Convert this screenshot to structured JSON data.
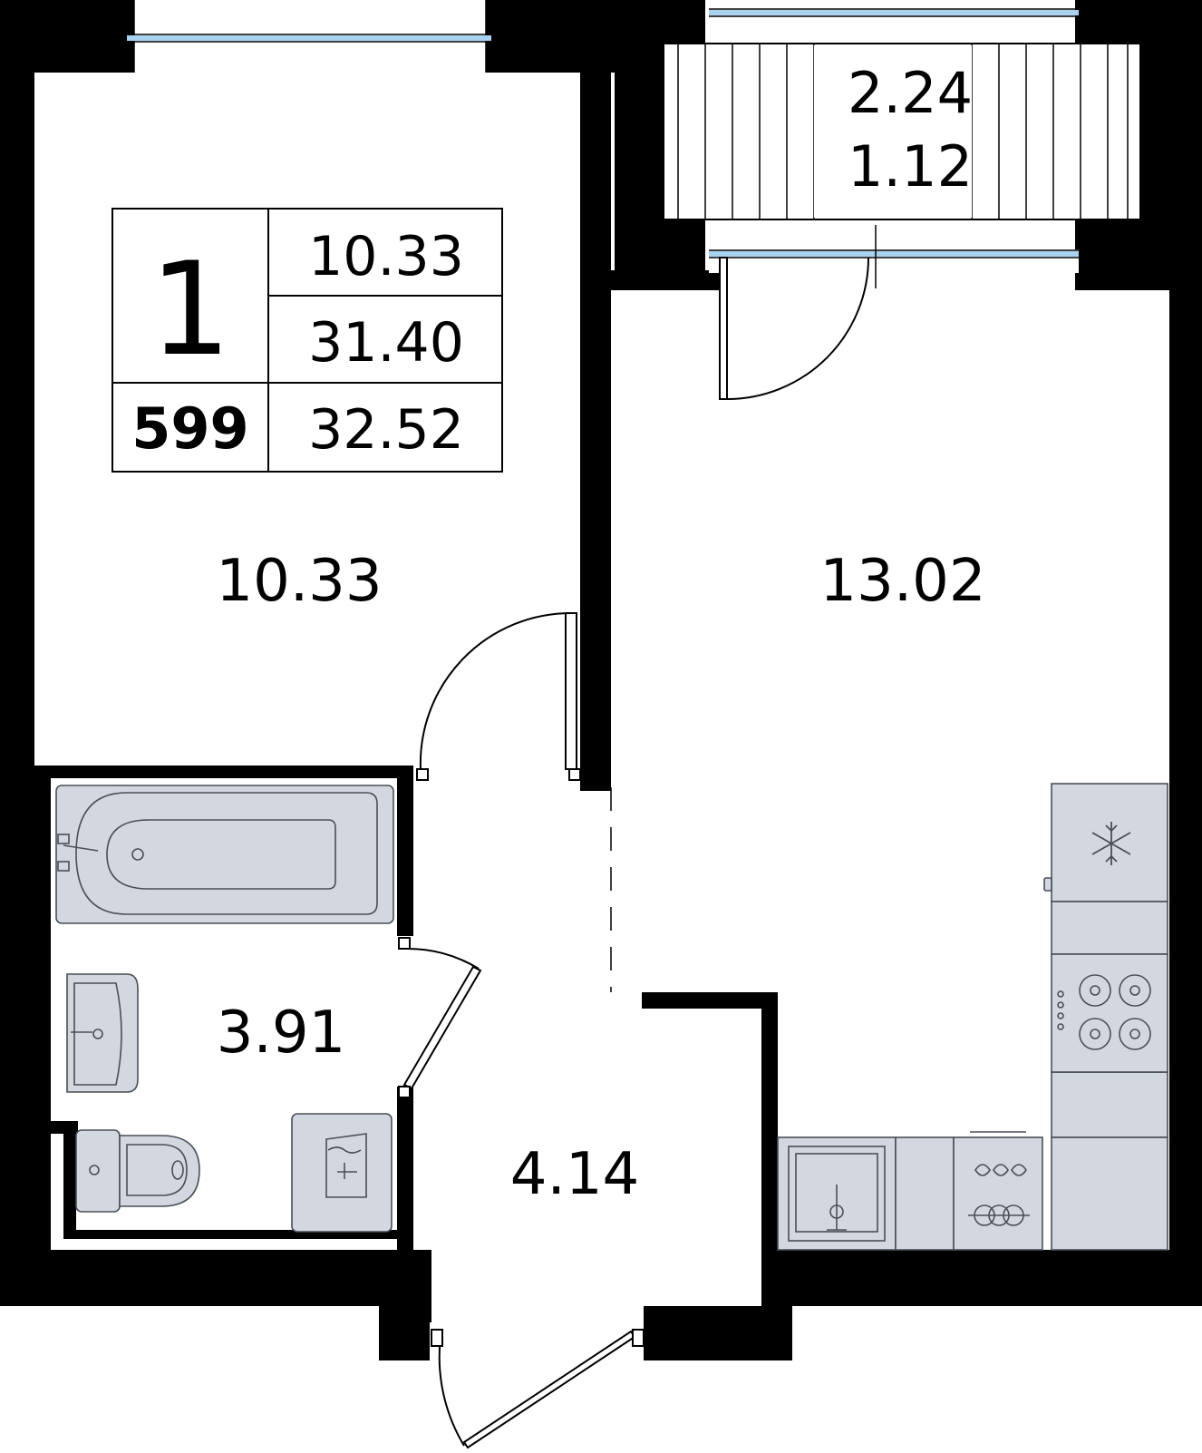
{
  "summary": {
    "rooms_count": "1",
    "apartment_number": "599",
    "living_area": "10.33",
    "total_area": "31.40",
    "total_area_with_balcony": "32.52"
  },
  "rooms": {
    "bedroom_area": "10.33",
    "kitchen_living_area": "13.02",
    "bathroom_area": "3.91",
    "hallway_area": "4.14"
  },
  "balcony": {
    "area": "2.24",
    "reduced_area": "1.12"
  },
  "colors": {
    "wall": "#000000",
    "fixture_fill": "#d3d8e0",
    "fixture_stroke": "#4a4f57",
    "window_glass": "#a9d2ef"
  },
  "icons": [
    "snowflake-icon",
    "bathtub-icon",
    "sink-icon",
    "toilet-icon",
    "washing-machine-icon",
    "stove-icon",
    "kitchen-sink-icon",
    "dishwasher-icon"
  ]
}
